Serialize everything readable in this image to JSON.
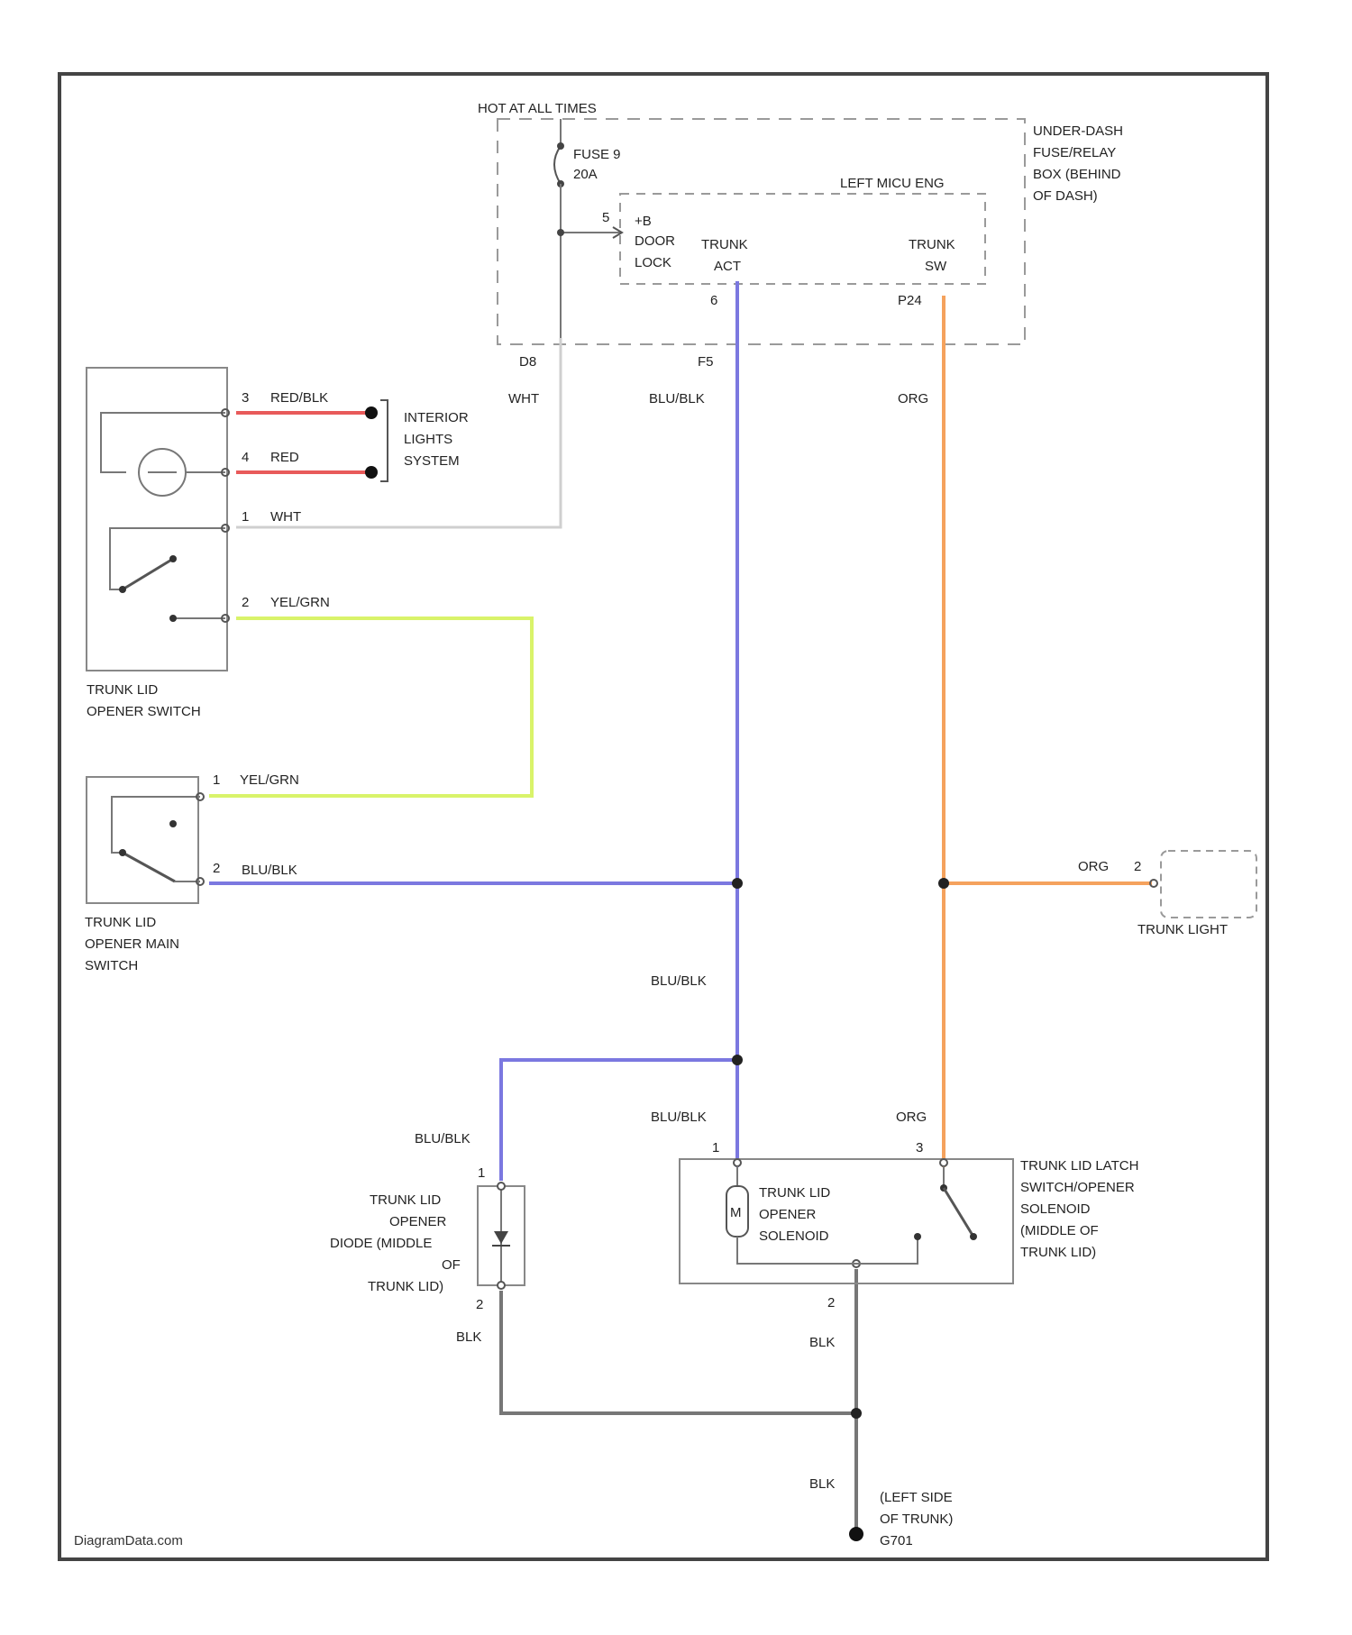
{
  "colors": {
    "frame": "#444444",
    "blu_blk": "#7b78e0",
    "org": "#f5a25d",
    "red": "#e85a5a",
    "yel_grn": "#d9f36a",
    "wht": "#cfcfcf",
    "blk": "#777777",
    "dashed": "#9a9a9a"
  },
  "power": {
    "hot_label": "HOT AT ALL TIMES",
    "fuse_line1": "FUSE 9",
    "fuse_line2": "20A"
  },
  "underdash": {
    "line1": "UNDER-DASH",
    "line2": "FUSE/RELAY",
    "line3": "BOX (BEHIND",
    "line4": "OF DASH)"
  },
  "micu": {
    "title": "LEFT MICU ENG",
    "pin_plus": "5",
    "plusb": "+B",
    "door": "DOOR",
    "lock": "LOCK",
    "trunk_act_1": "TRUNK",
    "trunk_act_2": "ACT",
    "trunk_sw_1": "TRUNK",
    "trunk_sw_2": "SW",
    "pin_act": "6",
    "pin_sw": "P24"
  },
  "connectors": {
    "d8": "D8",
    "f5": "F5"
  },
  "wires": {
    "wht": "WHT",
    "blu_blk": "BLU/BLK",
    "org": "ORG",
    "red_blk": "RED/BLK",
    "red": "RED",
    "yel_grn": "YEL/GRN",
    "blk": "BLK"
  },
  "interior": {
    "line1": "INTERIOR",
    "line2": "LIGHTS",
    "line3": "SYSTEM"
  },
  "opener_switch": {
    "pin_red_blk": "3",
    "pin_red": "4",
    "pin_wht": "1",
    "pin_yel": "2",
    "label1": "TRUNK LID",
    "label2": "OPENER SWITCH"
  },
  "main_switch": {
    "pin_yel": "1",
    "pin_blu": "2",
    "label1": "TRUNK LID",
    "label2": "OPENER MAIN",
    "label3": "SWITCH"
  },
  "trunk_light": {
    "pin": "2",
    "label": "TRUNK LIGHT"
  },
  "diode": {
    "pin_top": "1",
    "pin_bot": "2",
    "line1": "TRUNK LID",
    "line2": "OPENER",
    "line3": "DIODE (MIDDLE",
    "line4": "OF",
    "line5": "TRUNK LID)"
  },
  "latch": {
    "pin_1": "1",
    "pin_3": "3",
    "pin_2": "2",
    "sol_1": "TRUNK LID",
    "sol_2": "OPENER",
    "sol_3": "SOLENOID",
    "coil": "M",
    "label1": "TRUNK LID LATCH",
    "label2": "SWITCH/OPENER",
    "label3": "SOLENOID",
    "label4": "(MIDDLE OF",
    "label5": "TRUNK LID)"
  },
  "ground": {
    "line1": "(LEFT SIDE",
    "line2": "OF TRUNK)",
    "line3": "G701"
  },
  "watermark": "DiagramData.com"
}
